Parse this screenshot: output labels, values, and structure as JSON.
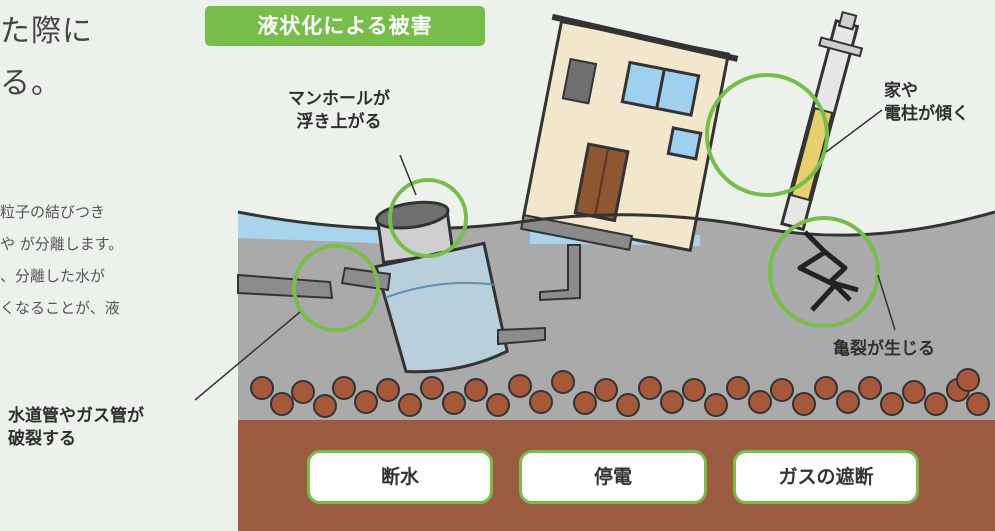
{
  "left_text": {
    "heading": [
      "た際に",
      "る。"
    ],
    "body": [
      "粒子の結びつき",
      "や が分離します。",
      "、分離した水が",
      "くなることが、液"
    ]
  },
  "diagram": {
    "tag": "液状化による被害",
    "labels": {
      "manhole": [
        "マンホールが",
        "浮き上がる"
      ],
      "house": [
        "家や",
        "電柱が傾く"
      ],
      "crack": "亀裂が生じる",
      "pipe": [
        "水道管やガス管が",
        "破裂する"
      ]
    },
    "effects": [
      "断水",
      "停電",
      "ガスの遮断"
    ],
    "colors": {
      "accent_green": "#77bd4c",
      "ground_gray": "#a9aaa9",
      "water_blue": "#a8d4ec",
      "soil_brown": "#9b5b40",
      "pebble": "#a5583a"
    }
  }
}
